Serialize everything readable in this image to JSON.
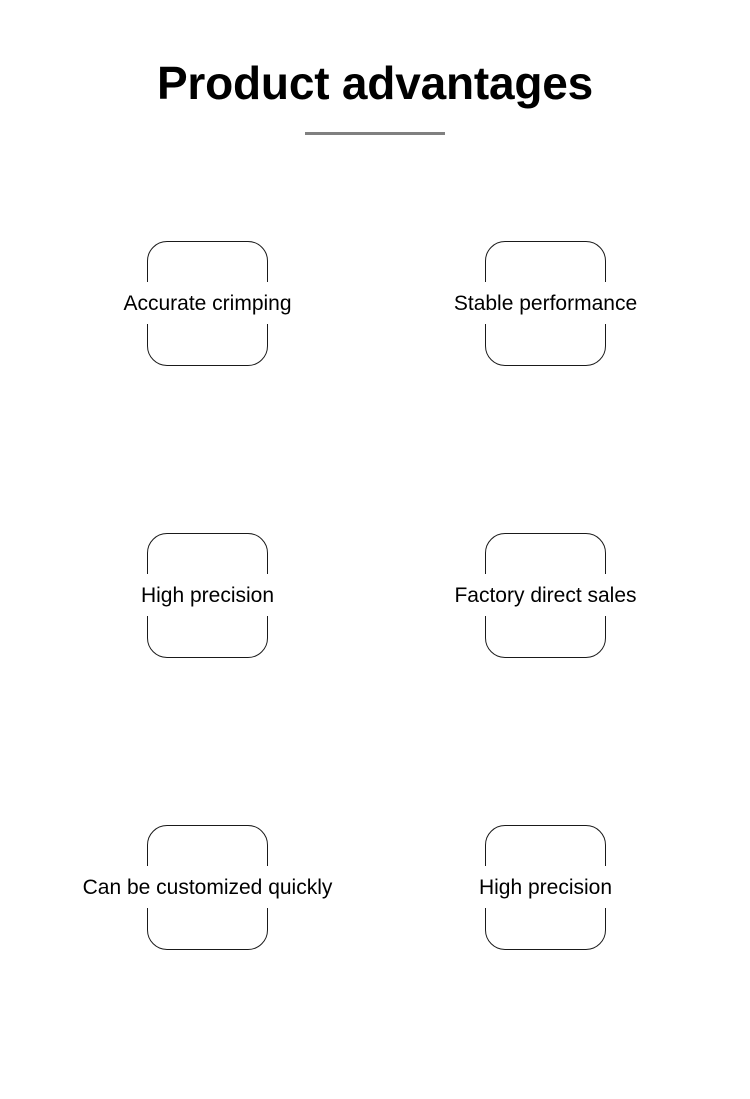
{
  "header": {
    "title": "Product advantages",
    "divider_color": "#808080"
  },
  "theme": {
    "background": "#ffffff",
    "text_color": "#000000",
    "box_border_color": "#1a1a1a"
  },
  "advantages": {
    "rows": [
      {
        "items": [
          {
            "label": "Accurate crimping"
          },
          {
            "label": "Stable performance"
          }
        ]
      },
      {
        "items": [
          {
            "label": "High precision"
          },
          {
            "label": "Factory direct sales"
          }
        ]
      },
      {
        "items": [
          {
            "label": "Can be customized quickly"
          },
          {
            "label": "High precision"
          }
        ]
      }
    ]
  }
}
